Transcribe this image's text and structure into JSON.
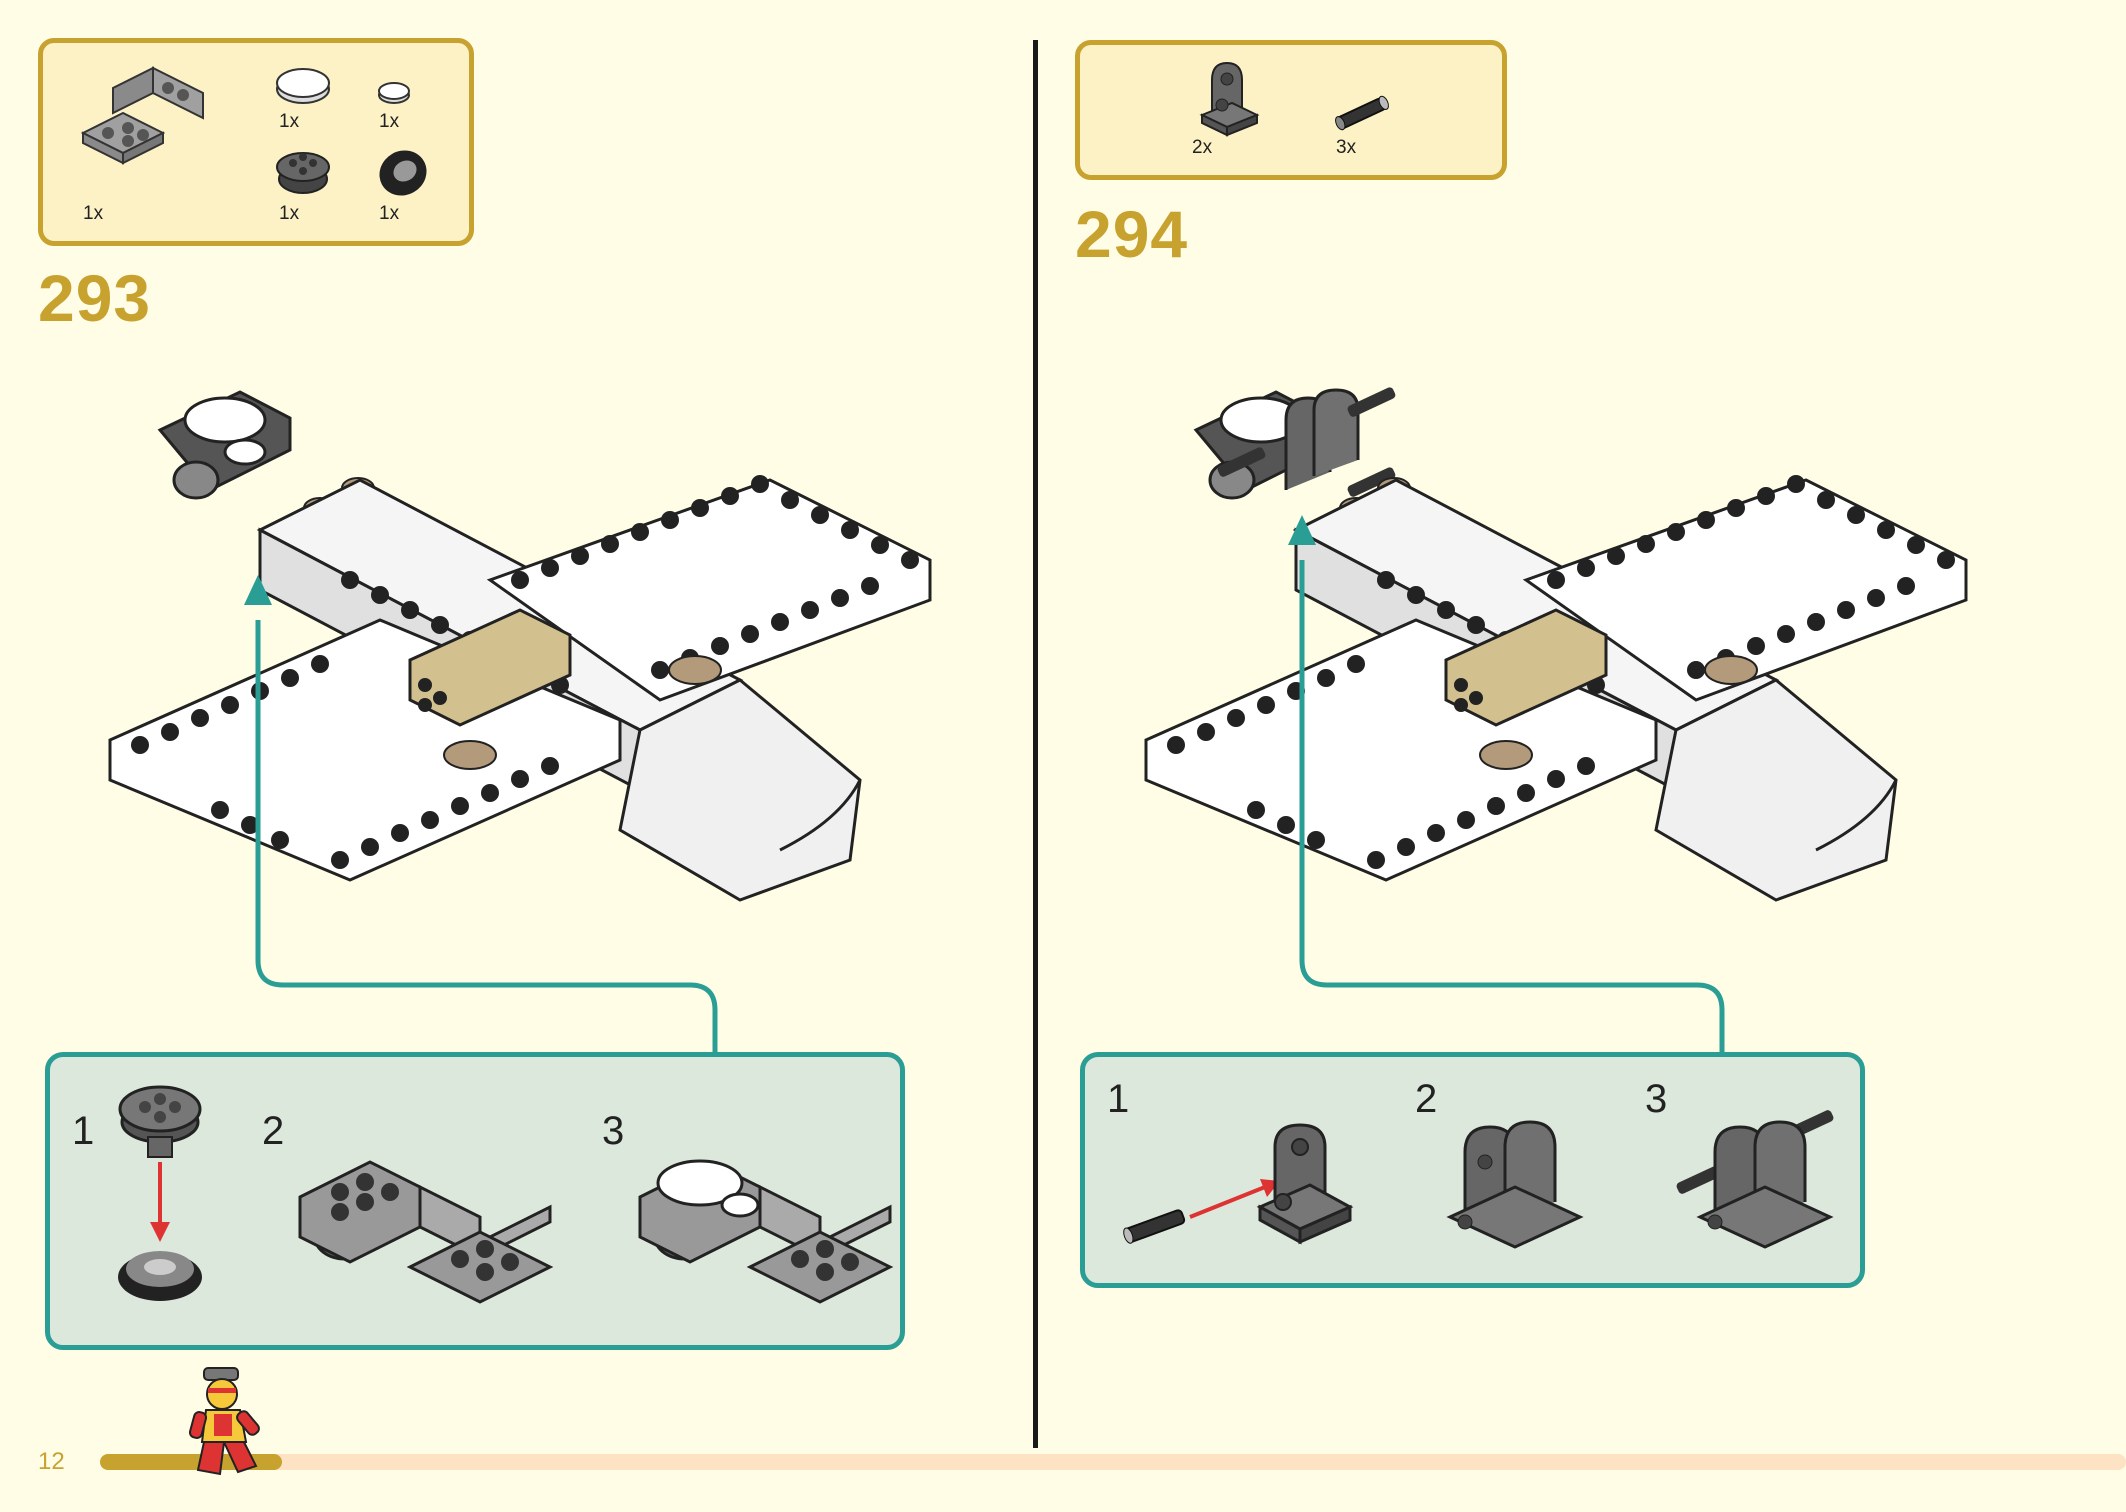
{
  "page": {
    "number": "12"
  },
  "colors": {
    "gold": "#c8a22f",
    "teal": "#2a9e95",
    "page_bg": "#fffde6",
    "parts_bg": "#fdf2c6",
    "callout_bg": "#dde8dc",
    "progress_track": "#fde3c4"
  },
  "progress": {
    "fraction": 0.09
  },
  "steps": [
    {
      "number": "293",
      "parts": [
        {
          "qty": "1x",
          "icon": "light-gray-bracket-plate-icon"
        },
        {
          "qty": "1x",
          "icon": "white-round-tile-2x2-icon"
        },
        {
          "qty": "1x",
          "icon": "white-round-tile-1x1-icon"
        },
        {
          "qty": "1x",
          "icon": "dark-gray-wheel-hub-icon"
        },
        {
          "qty": "1x",
          "icon": "black-tire-icon"
        }
      ],
      "substeps": [
        "1",
        "2",
        "3"
      ]
    },
    {
      "number": "294",
      "parts": [
        {
          "qty": "2x",
          "icon": "dark-gray-axle-connector-icon"
        },
        {
          "qty": "3x",
          "icon": "black-pin-icon"
        }
      ],
      "substeps": [
        "1",
        "2",
        "3"
      ]
    }
  ]
}
